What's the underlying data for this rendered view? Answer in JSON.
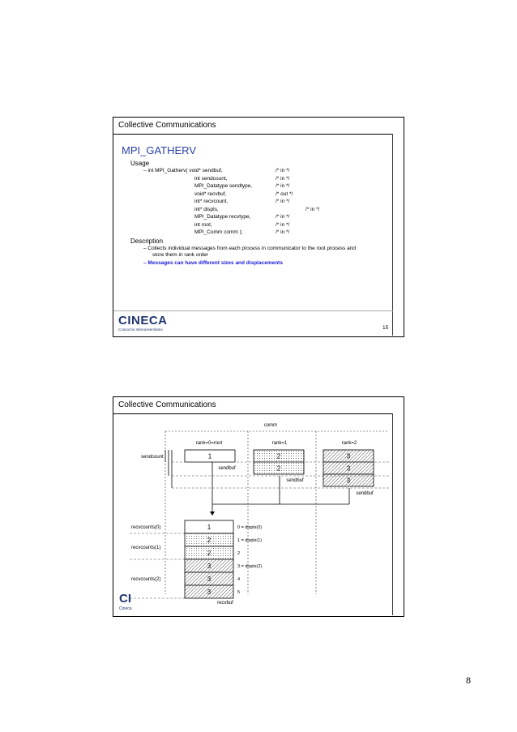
{
  "slide1": {
    "header": "Collective Communications",
    "title": "MPI_GATHERV",
    "usage_label": "Usage",
    "code_lines": [
      {
        "text": "– int MPI_Gatherv( void* sendbuf,",
        "comment": "/* in */"
      },
      {
        "text": "int sendcount,",
        "comment": "/* in */"
      },
      {
        "text": "MPI_Datatype sendtype,",
        "comment": "/* in */"
      },
      {
        "text": "void* recvbuf,",
        "comment": "/* out */"
      },
      {
        "text": "int* recvcount,",
        "comment": "/* in */"
      },
      {
        "text": "int* displs,",
        "comment": "/* in */"
      },
      {
        "text": "MPI_Datatype recvtype,",
        "comment": "/* in */"
      },
      {
        "text": "int root,",
        "comment": "/* in */"
      },
      {
        "text": "MPI_Comm comm );",
        "comment": "/* in */"
      }
    ],
    "description_label": "Description",
    "desc_line1": "– Collects individual messages from each process in communicator to the root process and",
    "desc_line2": "store them in rank order",
    "desc_bullet2": "– Messages can have different sizes and displacements",
    "logo_text": "CINECA",
    "logo_subtext": "Consorzio Interuniversitario",
    "slide_number": "15"
  },
  "slide2": {
    "header": "Collective Communications",
    "comm_label": "comm",
    "ranks": [
      "rank=0=root",
      "rank=1",
      "rank=2"
    ],
    "sendcount_label": "sendcount",
    "sendbuf_label": "sendbuf",
    "send_cells": [
      [
        "1"
      ],
      [
        "2",
        "2"
      ],
      [
        "3",
        "3",
        "3"
      ]
    ],
    "recv_cells": [
      "1",
      "2",
      "2",
      "3",
      "3",
      "3"
    ],
    "recv_cell_owner": [
      0,
      1,
      1,
      2,
      2,
      2
    ],
    "recv_index_labels": [
      "0 = displs(0)",
      "1 = displs(1)",
      "2",
      "3 = displs(2)",
      "4",
      "5"
    ],
    "recvcounts_labels": [
      "recvcounts(0)",
      "recvcounts(1)",
      "recvcounts(2)"
    ],
    "recvbuf_label": "recvbuf",
    "logo_text": "CI",
    "logo_subtext": "Cineca"
  },
  "page_number": "8",
  "colors": {
    "title_blue": "#2a3fa8",
    "emphasis_blue": "#1a1ad8",
    "logo_navy": "#1f3570"
  }
}
